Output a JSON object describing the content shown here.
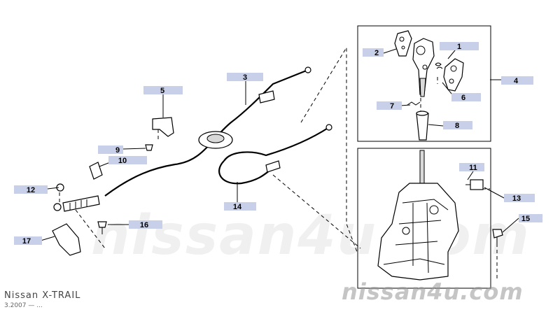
{
  "callouts": [
    "1",
    "2",
    "3",
    "4",
    "5",
    "6",
    "7",
    "8",
    "9",
    "10",
    "11",
    "12",
    "13",
    "14",
    "15",
    "16",
    "17"
  ],
  "footer": {
    "model": "Nissan X-TRAIL",
    "date": "3.2007 — ..."
  },
  "watermark": {
    "text": "nissan4u.com",
    "text_big": "nissan4u.com"
  },
  "colors": {
    "callout_bg": "#c8cfe8",
    "line": "#000000",
    "watermark": "#9a9a9a"
  }
}
